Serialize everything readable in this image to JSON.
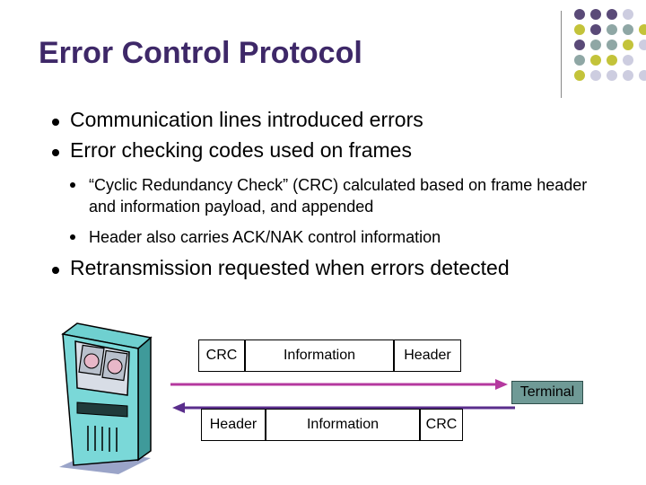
{
  "slide": {
    "title": "Error Control Protocol",
    "bullets": [
      "Communication lines introduced errors",
      "Error checking codes used on frames"
    ],
    "sub_bullets": [
      "“Cyclic Redundancy Check” (CRC) calculated based on frame header and information payload, and appended",
      "Header also carries ACK/NAK control information"
    ],
    "last_bullet": "Retransmission requested when errors detected"
  },
  "diagram": {
    "top_frame": [
      "CRC",
      "Information",
      "Header"
    ],
    "bottom_frame": [
      "Header",
      "Information",
      "CRC"
    ],
    "terminal_label": "Terminal",
    "arrow_colors": {
      "upper": "#b5389f",
      "lower": "#5a2e8c"
    }
  },
  "decoration": {
    "dot_colors": {
      "purple": "#5a4a78",
      "teal": "#8fa7a5",
      "olive": "#c3c33a",
      "lavender": "#cdcde0"
    }
  }
}
